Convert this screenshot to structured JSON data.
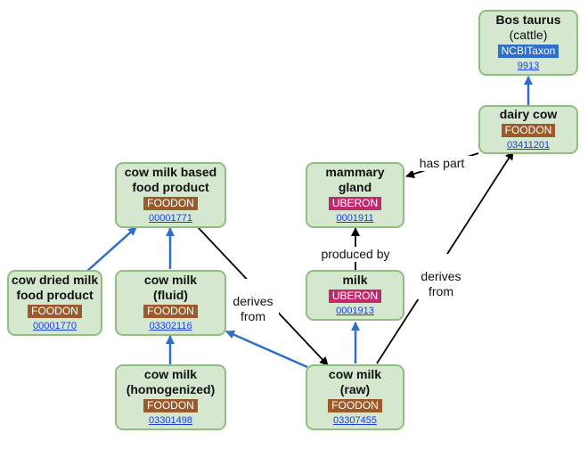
{
  "nodes": {
    "bos_taurus": {
      "title": "Bos taurus",
      "subtitle": "(cattle)",
      "badge": "NCBITaxon",
      "id": "9913"
    },
    "dairy_cow": {
      "title": "dairy cow",
      "badge": "FOODON",
      "id": "03411201"
    },
    "mammary_gland": {
      "title": "mammary\ngland",
      "badge": "UBERON",
      "id": "0001911"
    },
    "cow_milk_based": {
      "title": "cow milk based\nfood product",
      "badge": "FOODON",
      "id": "00001771"
    },
    "cow_dried_milk": {
      "title": "cow dried milk\nfood product",
      "badge": "FOODON",
      "id": "00001770"
    },
    "cow_milk_fluid": {
      "title": "cow milk\n(fluid)",
      "badge": "FOODON",
      "id": "03302116"
    },
    "milk": {
      "title": "milk",
      "badge": "UBERON",
      "id": "0001913"
    },
    "cow_milk_homog": {
      "title": "cow milk\n(homogenized)",
      "badge": "FOODON",
      "id": "03301498"
    },
    "cow_milk_raw": {
      "title": "cow milk\n(raw)",
      "badge": "FOODON",
      "id": "03307455"
    }
  },
  "edge_labels": {
    "has_part": "has part",
    "produced_by": "produced by",
    "derives_from_left": "derives\nfrom",
    "derives_from_right": "derives\nfrom"
  },
  "colors": {
    "node_fill": "#d5e8cf",
    "node_border": "#8fbf7e",
    "is_a_edge": "#2f6fc9",
    "relation_edge": "#000000",
    "foodon": "#9a5a2a",
    "uberon": "#c2286c",
    "ncbitaxon": "#2f6fc9"
  }
}
